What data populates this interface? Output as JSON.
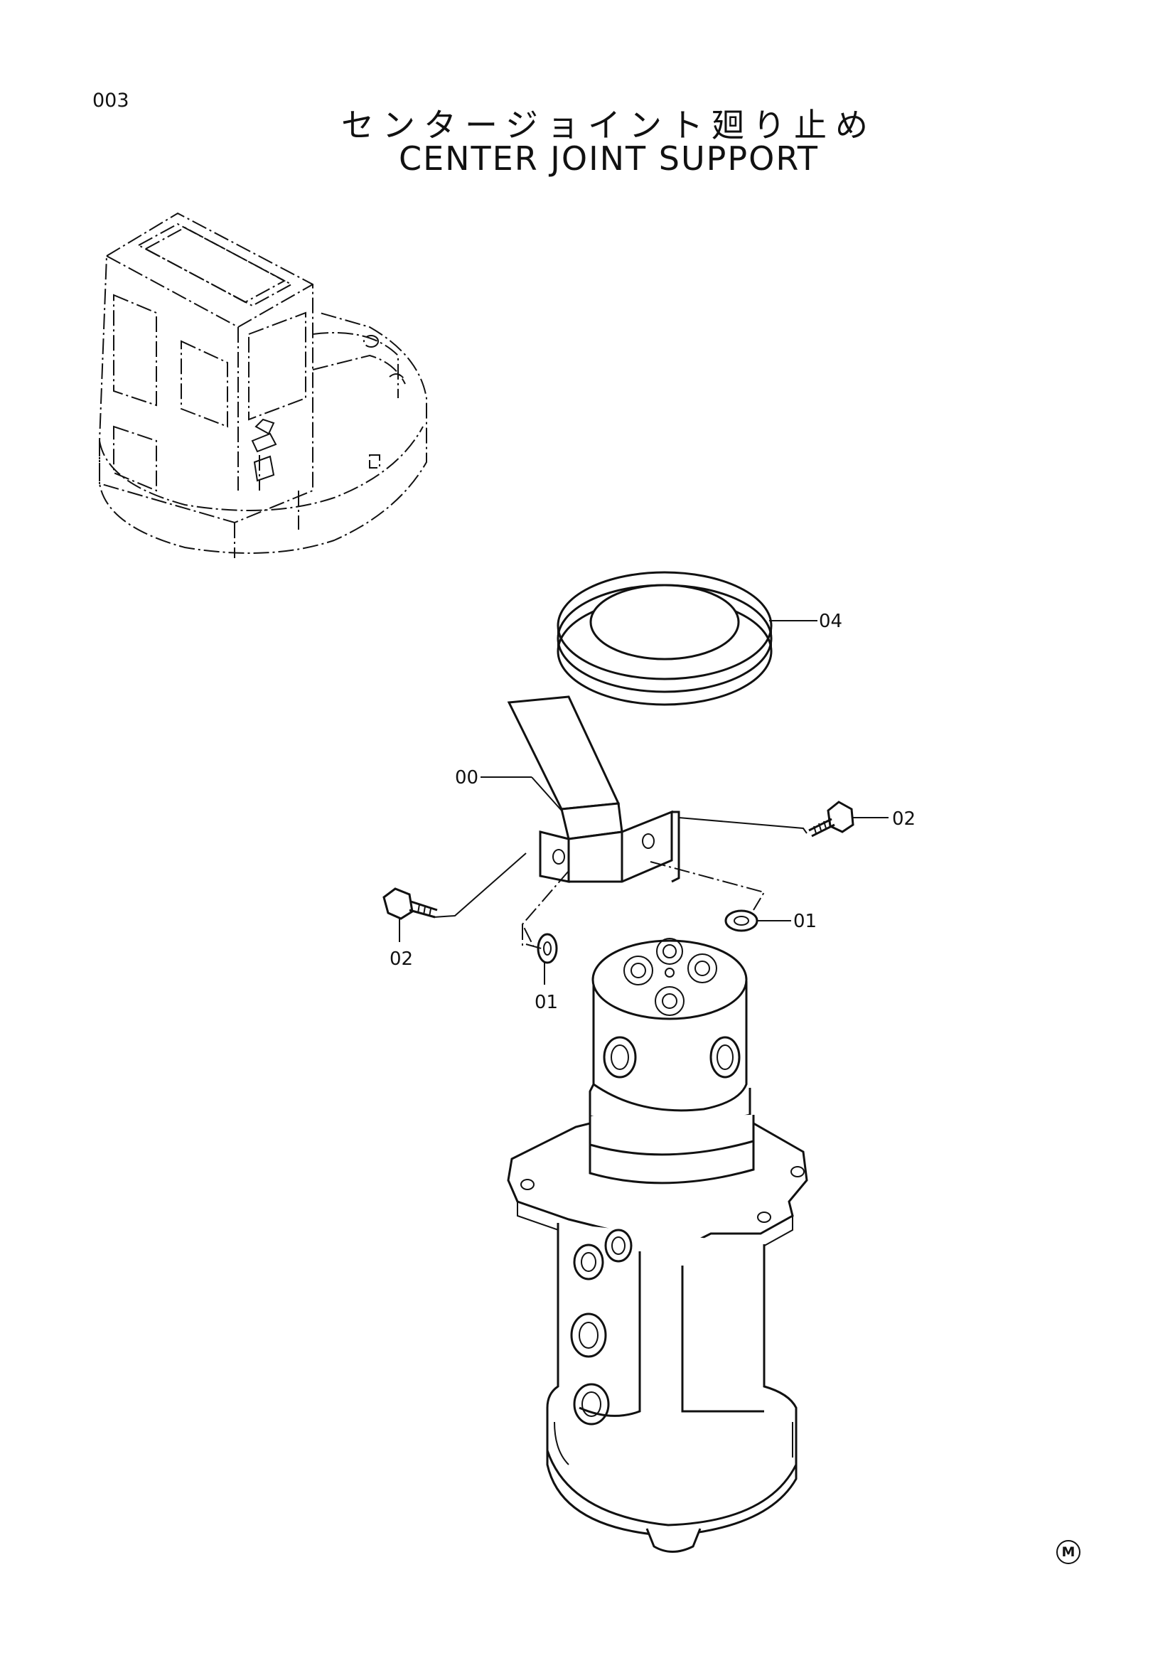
{
  "page_number": "003",
  "title_jp": "センタージョイント廻り止め",
  "title_en": "CENTER JOINT SUPPORT",
  "callouts": {
    "ring": "04",
    "bracket": "00",
    "bolt_right": "02",
    "bolt_left": "02",
    "washer_right": "01",
    "washer_left": "01"
  },
  "mark": "M"
}
